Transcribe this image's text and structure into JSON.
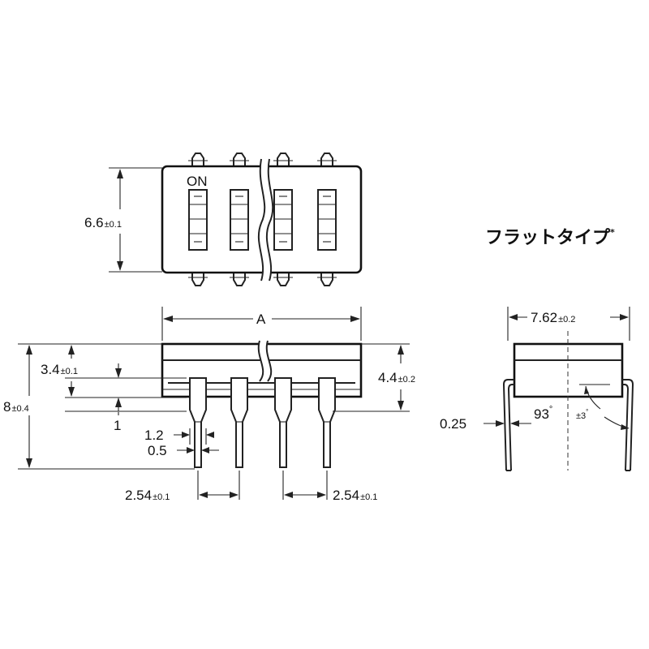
{
  "top_view": {
    "on_label": "ON",
    "height_dim": {
      "value": "6.6",
      "tol": "±0.1"
    }
  },
  "side_view": {
    "width_label": "A",
    "dim_3_4": {
      "value": "3.4",
      "tol": "±0.1"
    },
    "dim_8": {
      "value": "8",
      "tol": "±0.4"
    },
    "dim_1": {
      "value": "1"
    },
    "dim_1_2": {
      "value": "1.2"
    },
    "dim_0_5": {
      "value": "0.5"
    },
    "dim_4_4": {
      "value": "4.4",
      "tol": "±0.2"
    },
    "pitch_left": {
      "value": "2.54",
      "tol": "±0.1"
    },
    "pitch_right": {
      "value": "2.54",
      "tol": "±0.1"
    }
  },
  "end_view": {
    "title": "フラットタイプ",
    "title_mark": "*",
    "width_dim": {
      "value": "7.62",
      "tol": "±0.2"
    },
    "angle": {
      "value": "93",
      "deg": "°"
    },
    "angle_tol": {
      "value": "±3",
      "deg": "°"
    },
    "thickness": {
      "value": "0.25"
    }
  }
}
